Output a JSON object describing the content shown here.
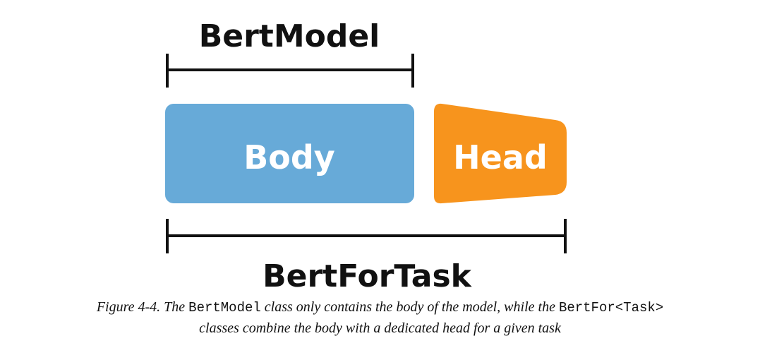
{
  "diagram": {
    "top_label": "BertModel",
    "body_label": "Body",
    "head_label": "Head",
    "bottom_label": "BertForTask",
    "colors": {
      "body_fill": "#67AAD8",
      "head_fill": "#F7941D",
      "line": "#111111",
      "text_on_box": "#FFFFFF"
    }
  },
  "caption": {
    "line1_prefix": "Figure 4-4. The ",
    "line1_code1": "BertModel",
    "line1_middle": " class only contains the body of the model, while the ",
    "line1_code2": "BertFor<Task>",
    "line2": "classes combine the body with a dedicated head for a given task"
  }
}
